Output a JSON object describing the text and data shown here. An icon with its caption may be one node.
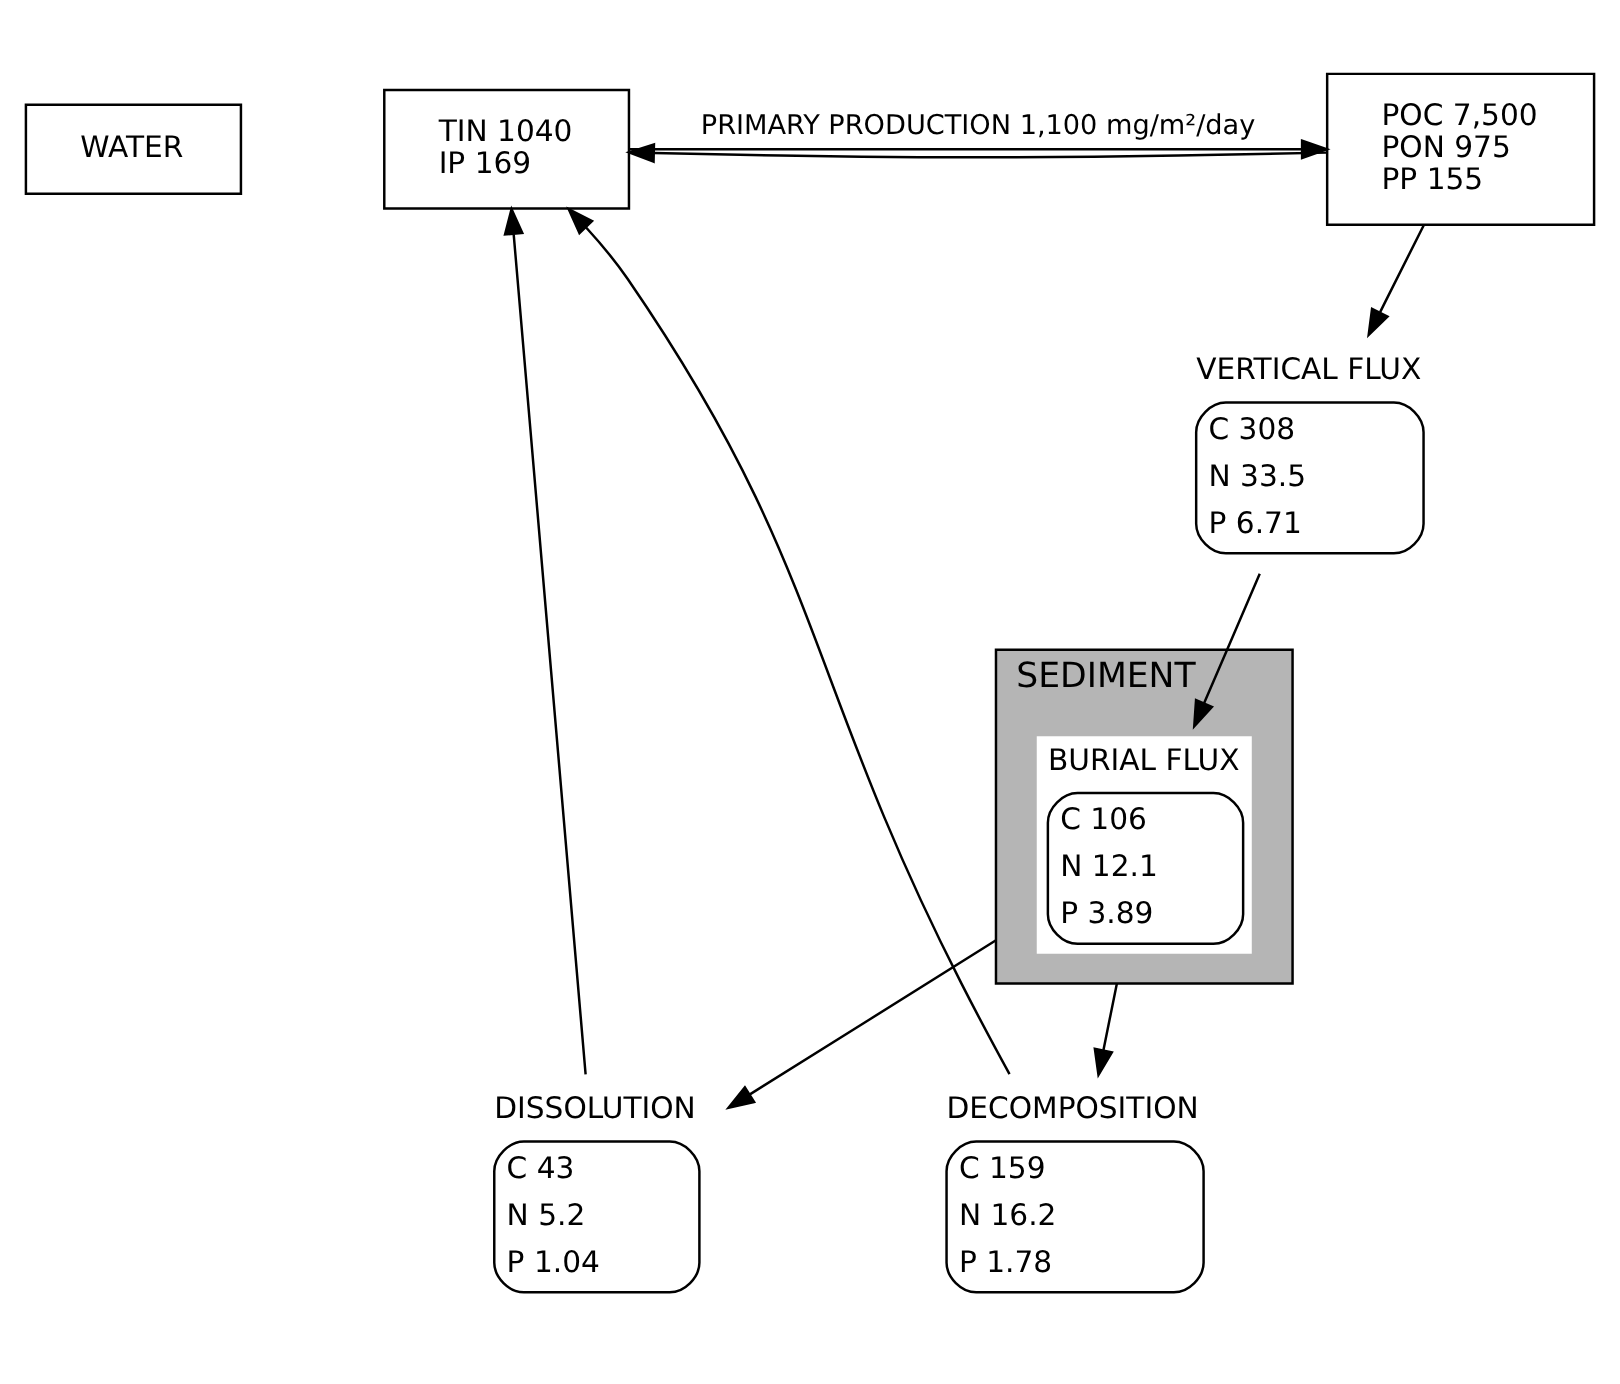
{
  "diagram": {
    "nodes": [
      {
        "text": [
          "WATER"
        ]
      },
      {
        "text": [
          "TIN 1040",
          "IP 169"
        ]
      },
      {
        "text": [
          "POC 7,500",
          "PON 975",
          "PP 155"
        ]
      },
      {
        "text": [
          "DISSOLUTION",
          "C 43",
          "N 5.2",
          "P 1.04"
        ]
      },
      {
        "text": [
          "DECOMPOSITION",
          "C 159",
          "N 16.2",
          "P 1.78"
        ]
      },
      {
        "text": [
          "VERTICAL FLUX",
          "C 308",
          "N 33.5",
          "P 6.71"
        ]
      },
      {
        "text": [
          "SEDIMENT"
        ]
      },
      {
        "text": [
          "BURIAL FLUX",
          "C 106",
          "N 12.1",
          "P 3.89"
        ],
        "in": 6
      }
    ],
    "edges": [
      {
        "from": 1,
        "to": 2,
        "arrow": "to",
        "label": "PRIMARY PRODUCTION 1,100 mg/m²/day"
      },
      {
        "from": 2,
        "to": 1,
        "arrow": "to"
      },
      {
        "from": 3,
        "to": 1,
        "arrow": "to"
      },
      {
        "from": 6,
        "to": 3,
        "arrow": "to"
      },
      {
        "from": 4,
        "to": 1,
        "arrow": "to"
      },
      {
        "from": 6,
        "to": 4,
        "arrow": "to"
      },
      {
        "from": 2,
        "to": 5,
        "arrow": "to"
      },
      {
        "from": 5,
        "to": 7,
        "arrow": "to"
      }
    ]
  }
}
